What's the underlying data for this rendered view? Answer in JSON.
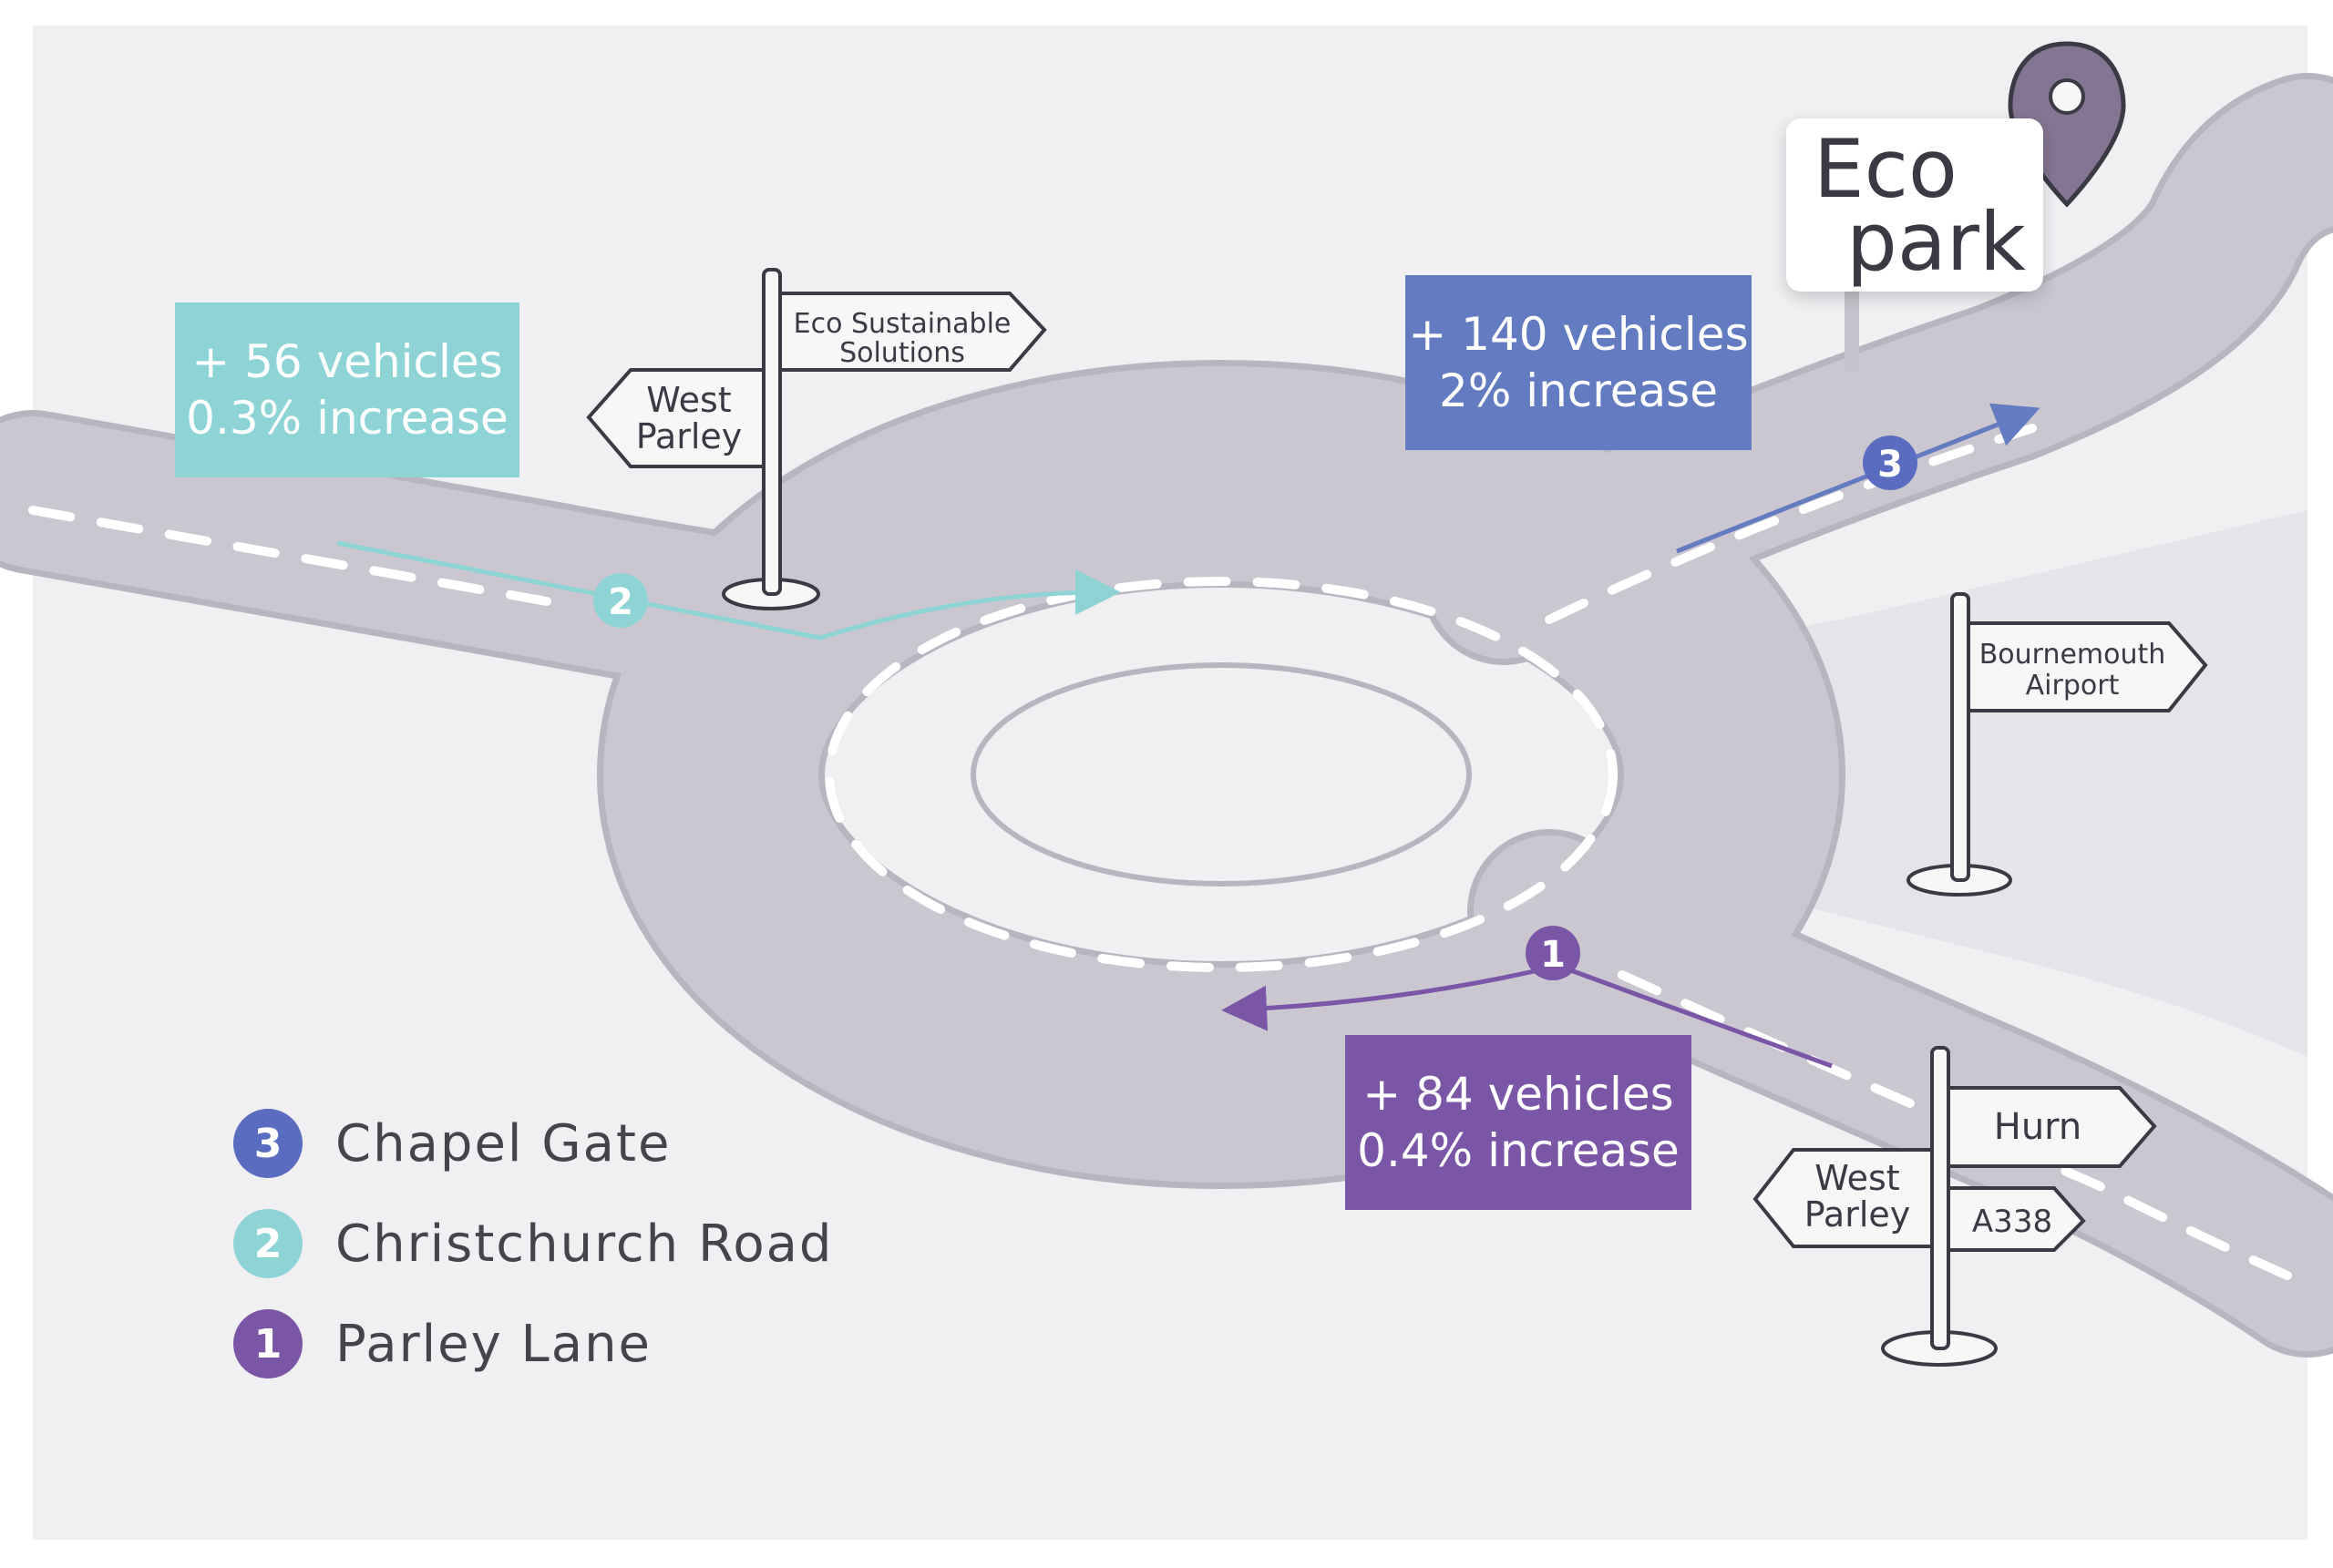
{
  "destination": {
    "line1": "Eco",
    "line2": "park"
  },
  "stats": [
    {
      "id": "christchurch",
      "line1": "+ 56 vehicles",
      "line2": "0.3% increase",
      "color": "#8ed4d6"
    },
    {
      "id": "chapel",
      "line1": "+ 140 vehicles",
      "line2": "2% increase",
      "color": "#637bc0"
    },
    {
      "id": "parley",
      "line1": "+ 84 vehicles",
      "line2": "0.4% increase",
      "color": "#7b56a6"
    }
  ],
  "signs": {
    "left_post": {
      "right_line1": "Eco Sustainable",
      "right_line2": "Solutions",
      "left_line1": "West",
      "left_line2": "Parley"
    },
    "airport_post": {
      "line1": "Bournemouth",
      "line2": "Airport"
    },
    "bottom_post": {
      "top_right": "Hurn",
      "left_line1": "West",
      "left_line2": "Parley",
      "bottom_right": "A338"
    }
  },
  "route_markers": [
    {
      "number": "2",
      "color": "#8ed4d6"
    },
    {
      "number": "3",
      "color": "#5a6cbf"
    },
    {
      "number": "1",
      "color": "#7b56a6"
    }
  ],
  "legend": [
    {
      "number": "3",
      "label": "Chapel Gate",
      "color": "#5a6cbf"
    },
    {
      "number": "2",
      "label": "Christchurch Road",
      "color": "#8ed4d6"
    },
    {
      "number": "1",
      "label": "Parley Lane",
      "color": "#7b56a6"
    }
  ],
  "colors": {
    "background": "#f0eff2",
    "road": "#cac7d1",
    "road_edge": "#b8b5c0",
    "pin": "#857594"
  }
}
